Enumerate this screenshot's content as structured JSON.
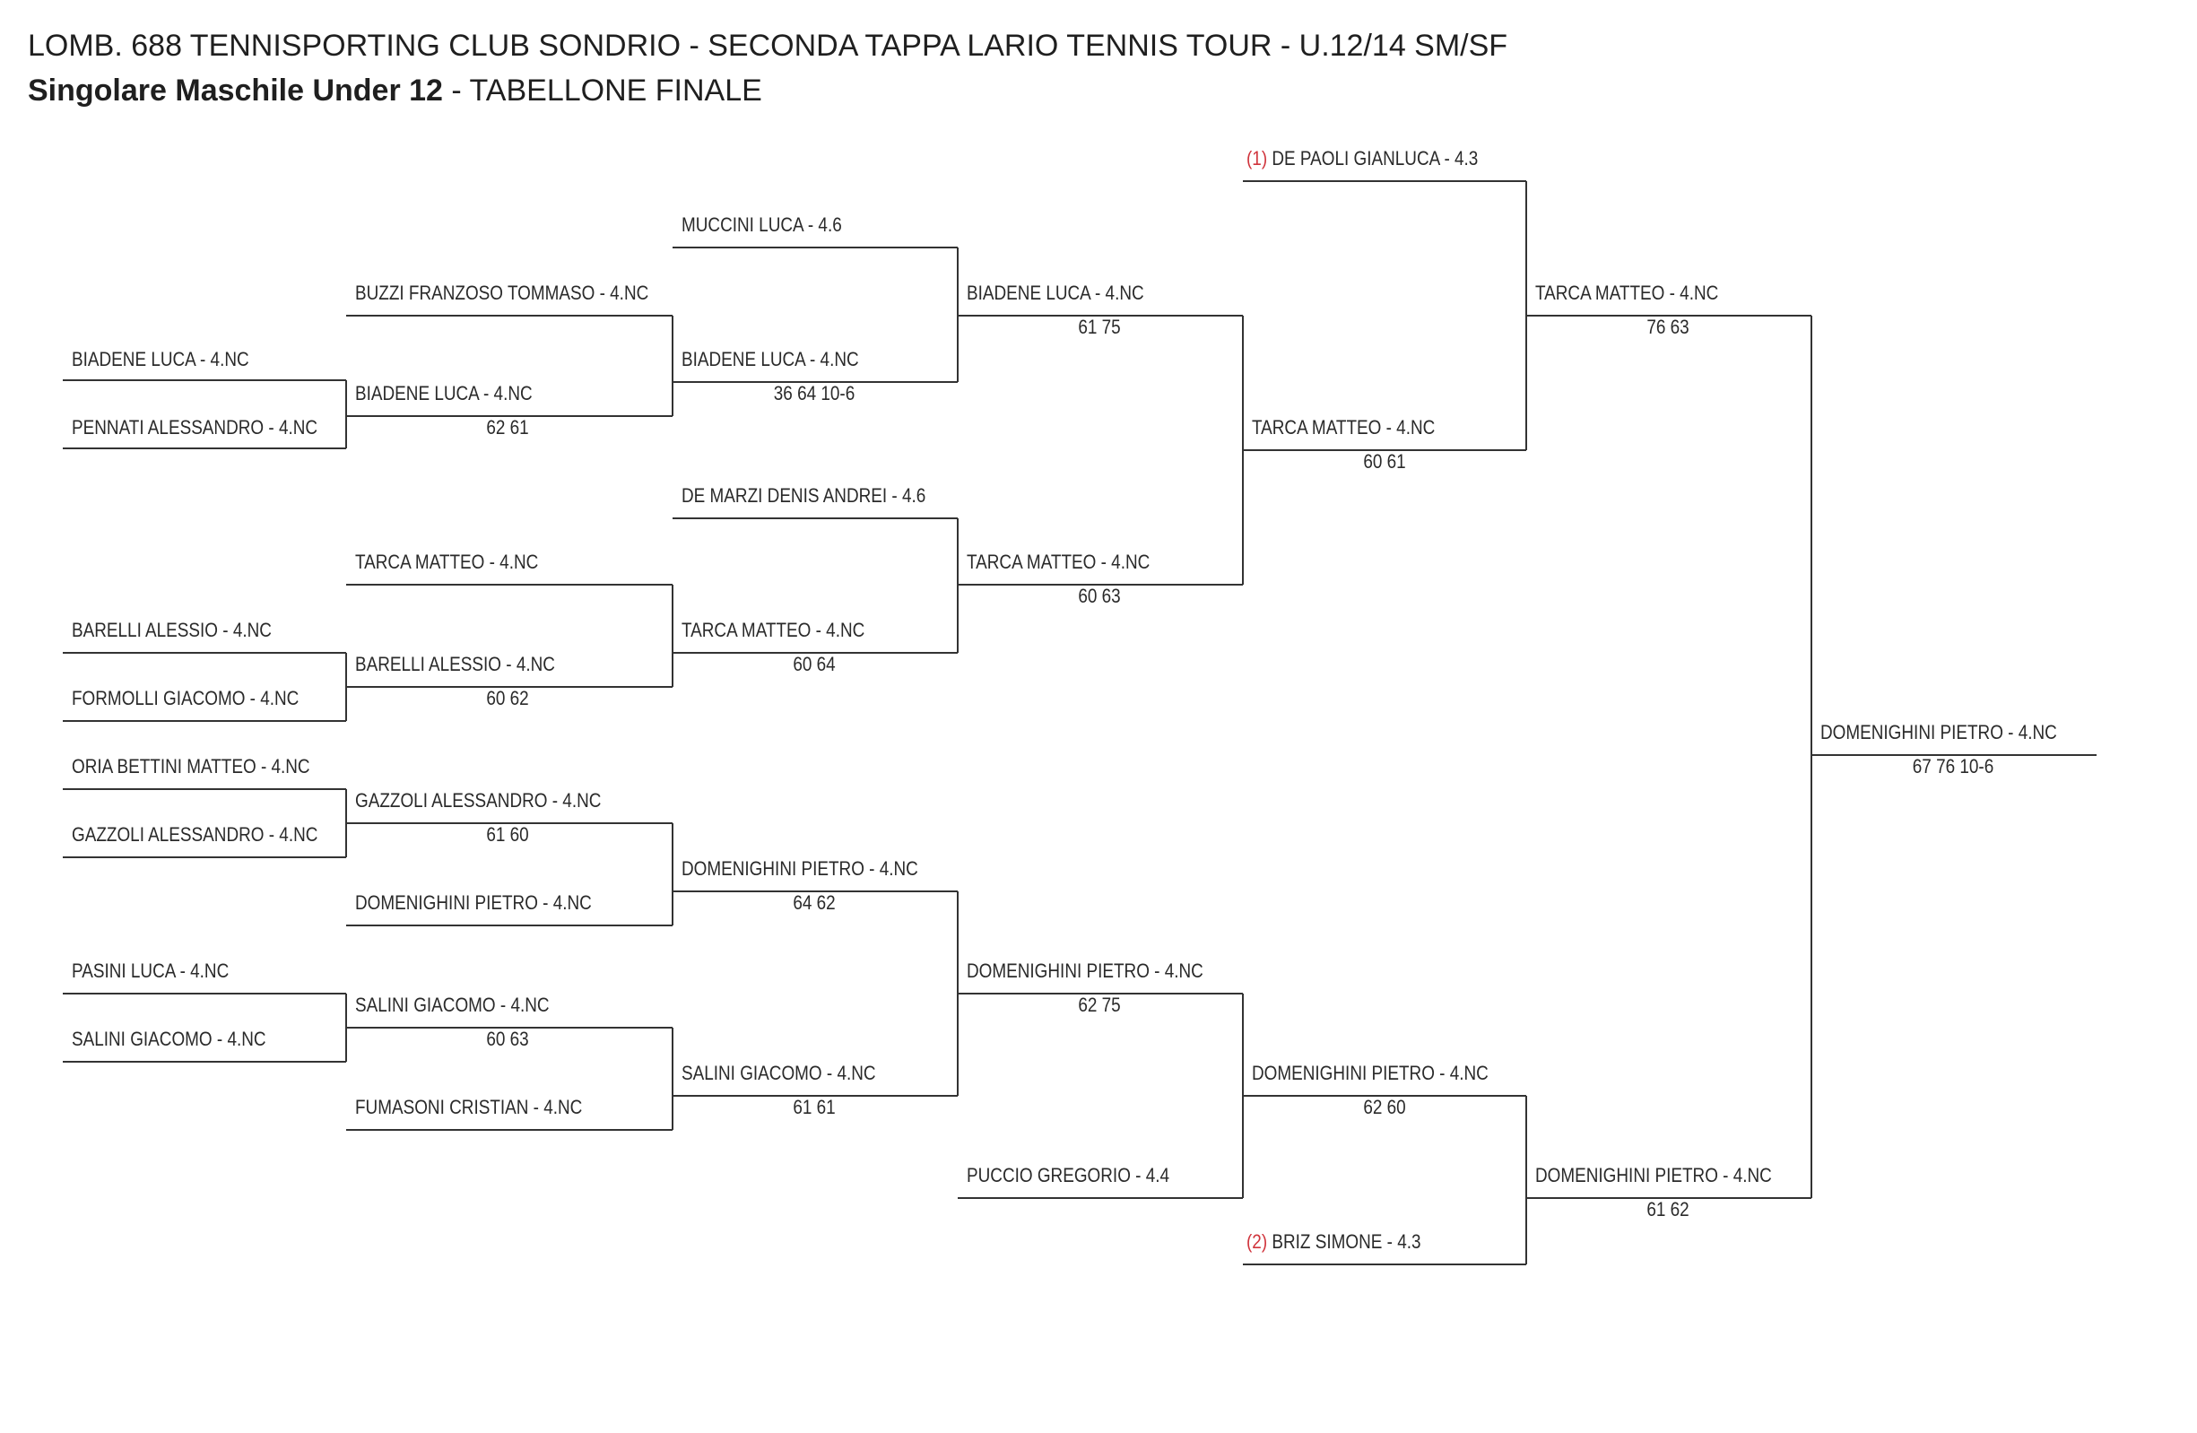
{
  "header": {
    "title": "LOMB. 688 TENNISPORTING CLUB SONDRIO - SECONDA TAPPA LARIO TENNIS TOUR - U.12/14 SM/SF",
    "subtitle_bold": "Singolare Maschile Under 12",
    "subtitle_rest": " - TABELLONE FINALE"
  },
  "colors": {
    "seed": "#d0343c",
    "line": "#333333",
    "text": "#2a2a2a"
  },
  "round1": [
    {
      "name": "BIADENE LUCA - 4.NC"
    },
    {
      "name": "PENNATI ALESSANDRO - 4.NC"
    },
    {
      "name": "BARELLI ALESSIO - 4.NC"
    },
    {
      "name": "FORMOLLI GIACOMO - 4.NC"
    },
    {
      "name": "ORIA BETTINI MATTEO - 4.NC"
    },
    {
      "name": "GAZZOLI ALESSANDRO - 4.NC"
    },
    {
      "name": "PASINI LUCA - 4.NC"
    },
    {
      "name": "SALINI GIACOMO - 4.NC"
    }
  ],
  "round2": [
    {
      "name": "BUZZI FRANZOSO TOMMASO - 4.NC",
      "score": ""
    },
    {
      "name": "BIADENE LUCA - 4.NC",
      "score": "62 61"
    },
    {
      "name": "TARCA MATTEO - 4.NC",
      "score": ""
    },
    {
      "name": "BARELLI ALESSIO - 4.NC",
      "score": "60 62"
    },
    {
      "name": "GAZZOLI ALESSANDRO - 4.NC",
      "score": "61 60"
    },
    {
      "name": "DOMENIGHINI PIETRO - 4.NC",
      "score": ""
    },
    {
      "name": "SALINI GIACOMO - 4.NC",
      "score": "60 63"
    },
    {
      "name": "FUMASONI CRISTIAN - 4.NC",
      "score": ""
    }
  ],
  "round3": [
    {
      "name": "MUCCINI LUCA - 4.6",
      "score": ""
    },
    {
      "name": "BIADENE LUCA - 4.NC",
      "score": "36 64 10-6"
    },
    {
      "name": "DE MARZI DENIS ANDREI - 4.6",
      "score": ""
    },
    {
      "name": "TARCA MATTEO - 4.NC",
      "score": "60 64"
    },
    {
      "name": "DOMENIGHINI PIETRO - 4.NC",
      "score": "64 62"
    },
    {
      "name": "SALINI GIACOMO - 4.NC",
      "score": "61 61"
    }
  ],
  "round4": [
    {
      "name": "BIADENE LUCA - 4.NC",
      "score": "61 75"
    },
    {
      "name": "TARCA MATTEO - 4.NC",
      "score": "60 63"
    },
    {
      "name": "DOMENIGHINI PIETRO - 4.NC",
      "score": "62 75"
    },
    {
      "name": "PUCCIO GREGORIO - 4.4",
      "score": ""
    }
  ],
  "round5": [
    {
      "seed": "(1)",
      "name": "DE PAOLI GIANLUCA - 4.3",
      "score": ""
    },
    {
      "seed": "",
      "name": "TARCA MATTEO - 4.NC",
      "score": "60 61"
    },
    {
      "seed": "",
      "name": "DOMENIGHINI PIETRO - 4.NC",
      "score": "62 60"
    },
    {
      "seed": "(2)",
      "name": "BRIZ SIMONE - 4.3",
      "score": ""
    }
  ],
  "round6": [
    {
      "name": "TARCA MATTEO - 4.NC",
      "score": "76 63"
    },
    {
      "name": "DOMENIGHINI PIETRO - 4.NC",
      "score": "61 62"
    }
  ],
  "final": {
    "name": "DOMENIGHINI PIETRO - 4.NC",
    "score": "67 76 10-6"
  }
}
